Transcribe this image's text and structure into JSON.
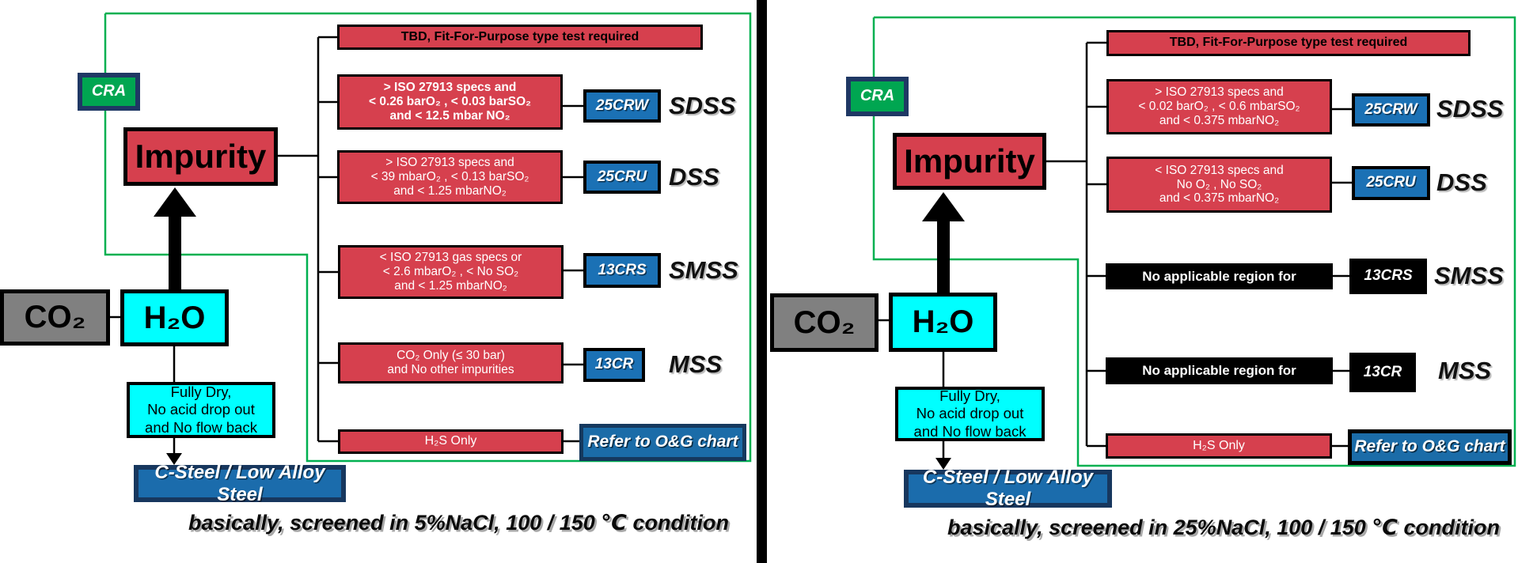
{
  "colors": {
    "red_box": "#d6404e",
    "blue_box": "#1b71b5",
    "refer_box": "#1b6ca8",
    "green_frame": "#00b050",
    "cra_green": "#00a651",
    "navy_border": "#1f3864",
    "cyan_box": "#00ffff",
    "gray_box": "#808080",
    "black_box": "#000000"
  },
  "panels": [
    {
      "cra": "CRA",
      "impurity": "Impurity",
      "co2": "CO₂",
      "h2o": "H₂O",
      "tbd": "TBD, Fit-For-Purpose type test required",
      "fully_dry": [
        "Fully Dry,",
        "No acid drop out",
        "and No flow back"
      ],
      "c_steel": "C-Steel / Low Alloy Steel",
      "caption": "basically, screened in 5%NaCl, 100 / 150 ℃ condition",
      "rows": [
        {
          "condition": [
            "> ISO 27913 specs and",
            "< 0.26 barO₂ , < 0.03 barSO₂",
            "and < 12.5 mbar NO₂"
          ],
          "code": "25CRW",
          "class": "SDSS"
        },
        {
          "condition": [
            "> ISO 27913 specs and",
            "< 39 mbarO₂ , < 0.13 barSO₂",
            "and < 1.25 mbarNO₂"
          ],
          "code": "25CRU",
          "class": "DSS"
        },
        {
          "condition": [
            "< ISO 27913 gas specs or",
            "< 2.6 mbarO₂ , < No SO₂",
            "and < 1.25 mbarNO₂"
          ],
          "code": "13CRS",
          "class": "SMSS"
        },
        {
          "condition": [
            "CO₂ Only (≤ 30 bar)",
            "and No other impurities"
          ],
          "code": "13CR",
          "class": "MSS"
        },
        {
          "condition": [
            "H₂S Only"
          ],
          "code": "Refer to O&G chart",
          "class": ""
        }
      ]
    },
    {
      "cra": "CRA",
      "impurity": "Impurity",
      "co2": "CO₂",
      "h2o": "H₂O",
      "tbd": "TBD, Fit-For-Purpose type test required",
      "fully_dry": [
        "Fully Dry,",
        "No acid drop out",
        "and No flow back"
      ],
      "c_steel": "C-Steel / Low Alloy Steel",
      "caption": "basically, screened in 25%NaCl, 100 / 150 ℃ condition",
      "rows": [
        {
          "condition": [
            "> ISO 27913 specs and",
            "< 0.02 barO₂ , < 0.6 mbarSO₂",
            "and < 0.375 mbarNO₂"
          ],
          "code": "25CRW",
          "class": "SDSS"
        },
        {
          "condition": [
            "< ISO 27913 specs and",
            "No O₂ , No SO₂",
            "and < 0.375 mbarNO₂"
          ],
          "code": "25CRU",
          "class": "DSS"
        },
        {
          "condition": [
            "No applicable region for"
          ],
          "code": "13CRS",
          "class": "SMSS"
        },
        {
          "condition": [
            "No applicable region for"
          ],
          "code": "13CR",
          "class": "MSS"
        },
        {
          "condition": [
            "H₂S Only"
          ],
          "code": "Refer to O&G chart",
          "class": ""
        }
      ]
    }
  ]
}
